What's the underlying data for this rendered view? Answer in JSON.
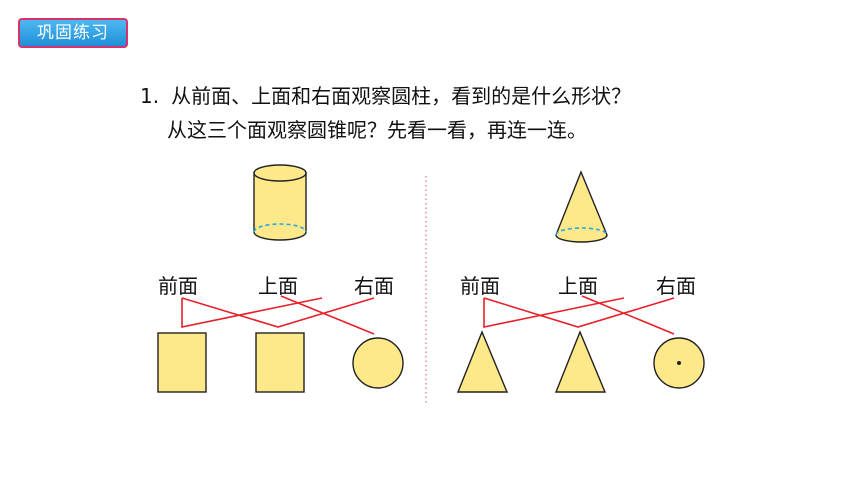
{
  "badge": {
    "label": "巩固练习"
  },
  "question": {
    "number": "1.",
    "line1": "从前面、上面和右面观察圆柱，看到的是什么形状？",
    "line2": "从这三个面观察圆锥呢？先看一看，再连一连。"
  },
  "left_panel": {
    "labels": [
      "前面",
      "上面",
      "右面"
    ],
    "solid": "cylinder",
    "shapes": [
      "rectangle",
      "rectangle",
      "circle"
    ]
  },
  "right_panel": {
    "labels": [
      "前面",
      "上面",
      "右面"
    ],
    "solid": "cone",
    "shapes": [
      "triangle",
      "triangle",
      "circle-with-dot"
    ]
  },
  "colors": {
    "fill": "#fde98a",
    "stroke": "#222222",
    "match_line": "#e8202a",
    "dashed_edge": "#2aa7e0",
    "divider": "#e06aa0"
  }
}
